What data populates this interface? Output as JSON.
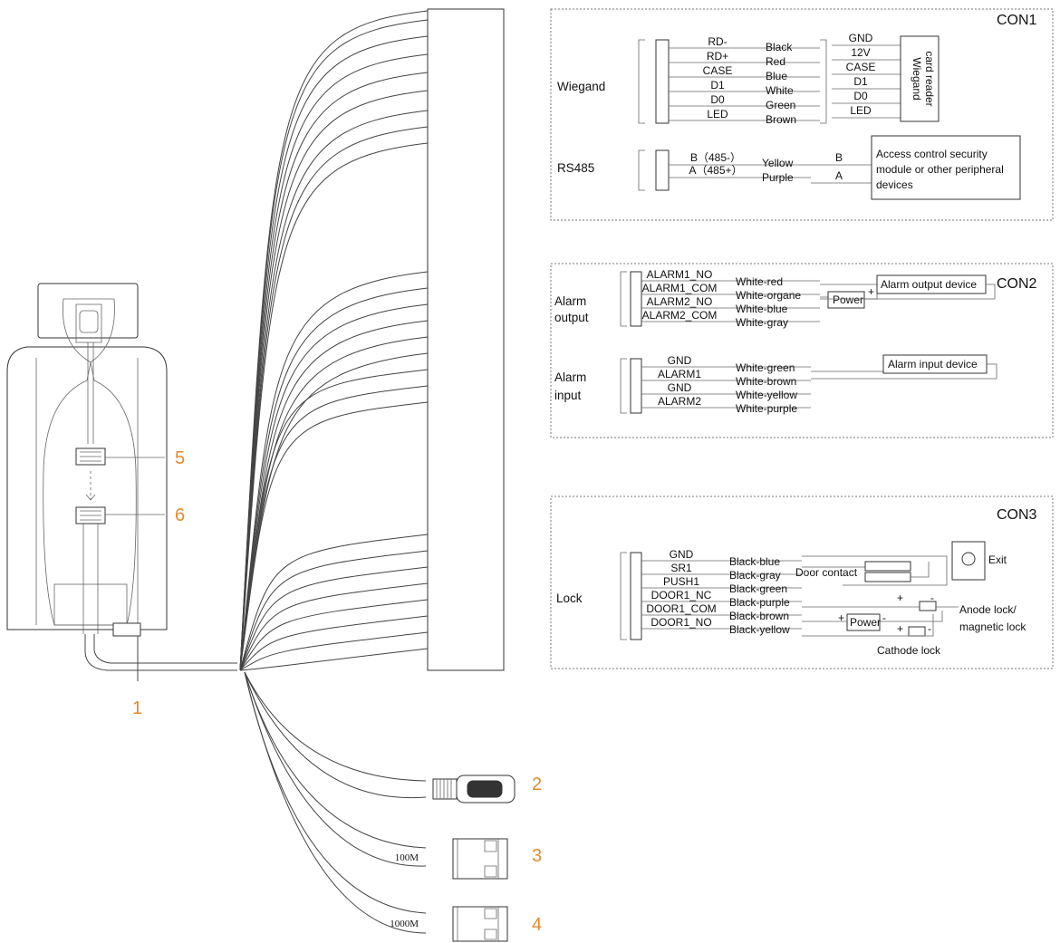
{
  "con1": {
    "title": "CON1",
    "wiegand": {
      "section": "Wiegand",
      "pins": [
        "RD-",
        "RD+",
        "CASE",
        "D1",
        "D0",
        "LED"
      ],
      "colors": [
        "Black",
        "Red",
        "Blue",
        "White",
        "Green",
        "Brown"
      ],
      "reader_pins": [
        "GND",
        "12V",
        "CASE",
        "D1",
        "D0",
        "LED"
      ],
      "reader_label_1": "Wiegand",
      "reader_label_2": "card reader"
    },
    "rs485": {
      "section": "RS485",
      "pins": [
        "B（485-）",
        "A（485+）"
      ],
      "colors": [
        "Yellow",
        "Purple"
      ],
      "ends": [
        "B",
        "A"
      ],
      "device_1": "Access control security",
      "device_2": "module or other peripheral",
      "device_3": "devices"
    }
  },
  "con2": {
    "title": "CON2",
    "alarm_output": {
      "section_1": "Alarm",
      "section_2": "output",
      "pins": [
        "ALARM1_NO",
        "ALARM1_COM",
        "ALARM2_NO",
        "ALARM2_COM"
      ],
      "colors": [
        "White-red",
        "White-organe",
        "White-blue",
        "White-gray"
      ],
      "power": "Power",
      "device": "Alarm output device"
    },
    "alarm_input": {
      "section_1": "Alarm",
      "section_2": "input",
      "pins": [
        "GND",
        "ALARM1",
        "GND",
        "ALARM2"
      ],
      "colors": [
        "White-green",
        "White-brown",
        "White-yellow",
        "White-purple"
      ],
      "device": "Alarm input device"
    }
  },
  "con3": {
    "title": "CON3",
    "section": "Lock",
    "pins": [
      "GND",
      "SR1",
      "PUSH1",
      "DOOR1_NC",
      "DOOR1_COM",
      "DOOR1_NO"
    ],
    "colors": [
      "Black-blue",
      "Black-gray",
      "Black-green",
      "Black-purple",
      "Black-brown",
      "Black-yellow"
    ],
    "door_contact": "Door contact",
    "exit": "Exit",
    "power": "Power",
    "anode_1": "Anode lock/",
    "anode_2": "magnetic lock",
    "cathode": "Cathode lock"
  },
  "callouts": [
    "1",
    "2",
    "3",
    "4",
    "5",
    "6"
  ],
  "ports": {
    "port3": "100M",
    "port4": "1000M"
  }
}
